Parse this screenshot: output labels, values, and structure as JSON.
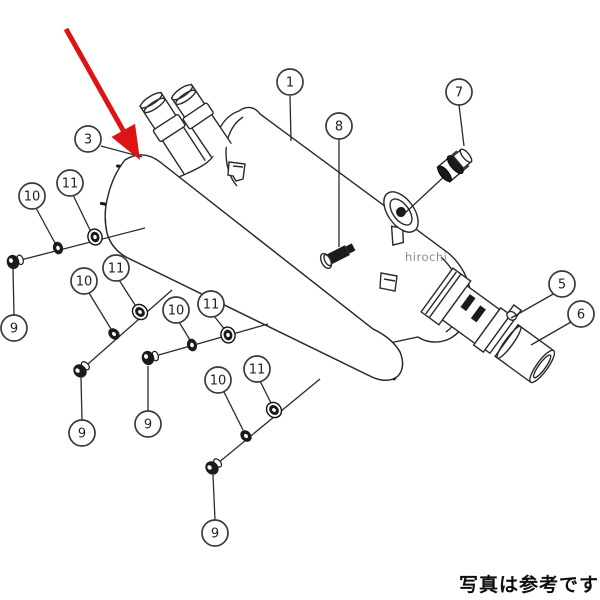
{
  "figure": {
    "watermark": "hirochi",
    "caption": "写真は参考です",
    "arrow_color": "#dc1414",
    "line_color": "#2a2a2a",
    "background": "#ffffff"
  },
  "callouts": [
    {
      "label": "1"
    },
    {
      "label": "7"
    },
    {
      "label": "8"
    },
    {
      "label": "3"
    },
    {
      "label": "5"
    },
    {
      "label": "6"
    },
    {
      "label": "10"
    },
    {
      "label": "11"
    },
    {
      "label": "9"
    },
    {
      "label": "10"
    },
    {
      "label": "11"
    },
    {
      "label": "9"
    },
    {
      "label": "10"
    },
    {
      "label": "11"
    },
    {
      "label": "9"
    },
    {
      "label": "10"
    },
    {
      "label": "11"
    },
    {
      "label": "9"
    }
  ]
}
